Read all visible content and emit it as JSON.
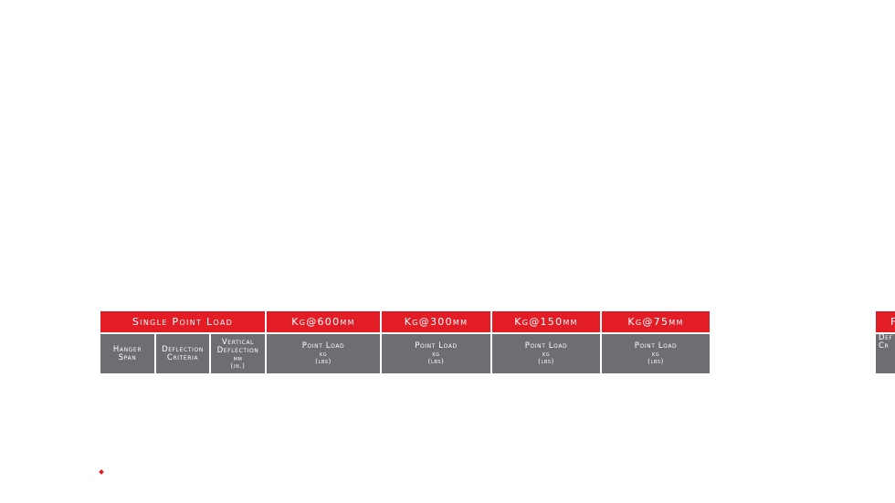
{
  "colors": {
    "accent": "#e31d26",
    "subheader": "#6d6e71"
  },
  "table_main": {
    "group_header": "Single Point Load",
    "columns": [
      {
        "header": "Kg@600mm",
        "sub_title": "Point Load",
        "sub_unit1": "kg",
        "sub_unit2": "(lbs)"
      },
      {
        "header": "Kg@300mm",
        "sub_title": "Point Load",
        "sub_unit1": "kg",
        "sub_unit2": "(lbs)"
      },
      {
        "header": "Kg@150mm",
        "sub_title": "Point Load",
        "sub_unit1": "kg",
        "sub_unit2": "(lbs)"
      },
      {
        "header": "Kg@75mm",
        "sub_title": "Point Load",
        "sub_unit1": "kg",
        "sub_unit2": "(lbs)"
      }
    ],
    "sub_left": {
      "hanger_1": "Hanger",
      "hanger_2": "Span",
      "deflection_1": "Deflection",
      "deflection_2": "Criteria",
      "vertical_1": "Vertical",
      "vertical_2": "Deflection",
      "vertical_3": "mm",
      "vertical_4": "(in.)"
    }
  },
  "table_cut": {
    "header_fragment": "F",
    "sub_fragment_1": "Def",
    "sub_fragment_2": "Cr"
  }
}
